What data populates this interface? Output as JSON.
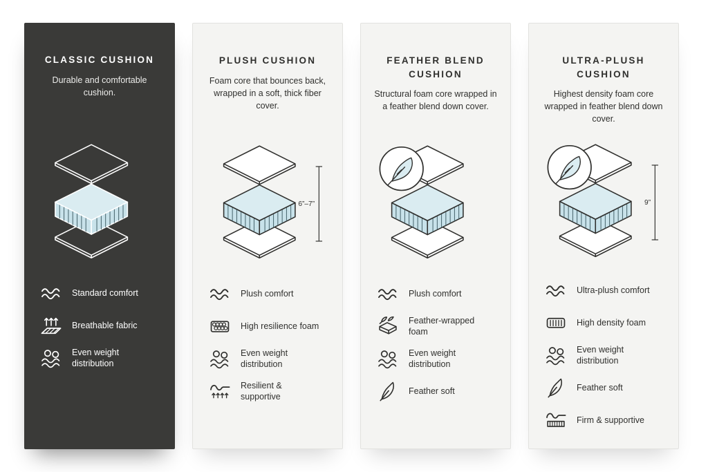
{
  "colors": {
    "dark_card": "#3a3a38",
    "light_card": "#f4f4f2",
    "foam_blue": "#c8e2ea",
    "outline": "#30302e"
  },
  "cards": [
    {
      "id": "classic",
      "theme": "dark",
      "title": "CLASSIC CUSHION",
      "description": "Durable and comfortable cushion.",
      "feather_badge": false,
      "measurement": "",
      "features": [
        {
          "icon": "waves",
          "label": "Standard comfort"
        },
        {
          "icon": "breathable-fabric",
          "label": "Breathable fabric"
        },
        {
          "icon": "weight-distribution",
          "label": "Even weight distribution"
        }
      ]
    },
    {
      "id": "plush",
      "theme": "light",
      "title": "PLUSH CUSHION",
      "description": "Foam core that bounces back, wrapped in a soft, thick fiber cover.",
      "feather_badge": false,
      "measurement": "6”–7”",
      "features": [
        {
          "icon": "waves",
          "label": "Plush comfort"
        },
        {
          "icon": "honeycomb-foam",
          "label": "High resilience foam"
        },
        {
          "icon": "weight-distribution",
          "label": "Even weight distribution"
        },
        {
          "icon": "resilient-supportive",
          "label": "Resilient & supportive"
        }
      ]
    },
    {
      "id": "feather-blend",
      "theme": "light",
      "title": "FEATHER BLEND CUSHION",
      "description": "Structural foam core wrapped in a feather blend down cover.",
      "feather_badge": true,
      "measurement": "",
      "features": [
        {
          "icon": "waves",
          "label": "Plush comfort"
        },
        {
          "icon": "feather-wrapped-foam",
          "label": "Feather-wrapped foam"
        },
        {
          "icon": "weight-distribution",
          "label": "Even weight distribution"
        },
        {
          "icon": "feather",
          "label": "Feather soft"
        }
      ]
    },
    {
      "id": "ultra-plush",
      "theme": "light",
      "title": "ULTRA-PLUSH CUSHION",
      "description": "Highest density foam core wrapped in feather blend down cover.",
      "feather_badge": true,
      "measurement": "9”",
      "features": [
        {
          "icon": "waves",
          "label": "Ultra-plush comfort"
        },
        {
          "icon": "high-density-foam",
          "label": "High density foam"
        },
        {
          "icon": "weight-distribution",
          "label": "Even weight distribution"
        },
        {
          "icon": "feather",
          "label": "Feather soft"
        },
        {
          "icon": "firm-supportive",
          "label": "Firm & supportive"
        }
      ]
    }
  ]
}
